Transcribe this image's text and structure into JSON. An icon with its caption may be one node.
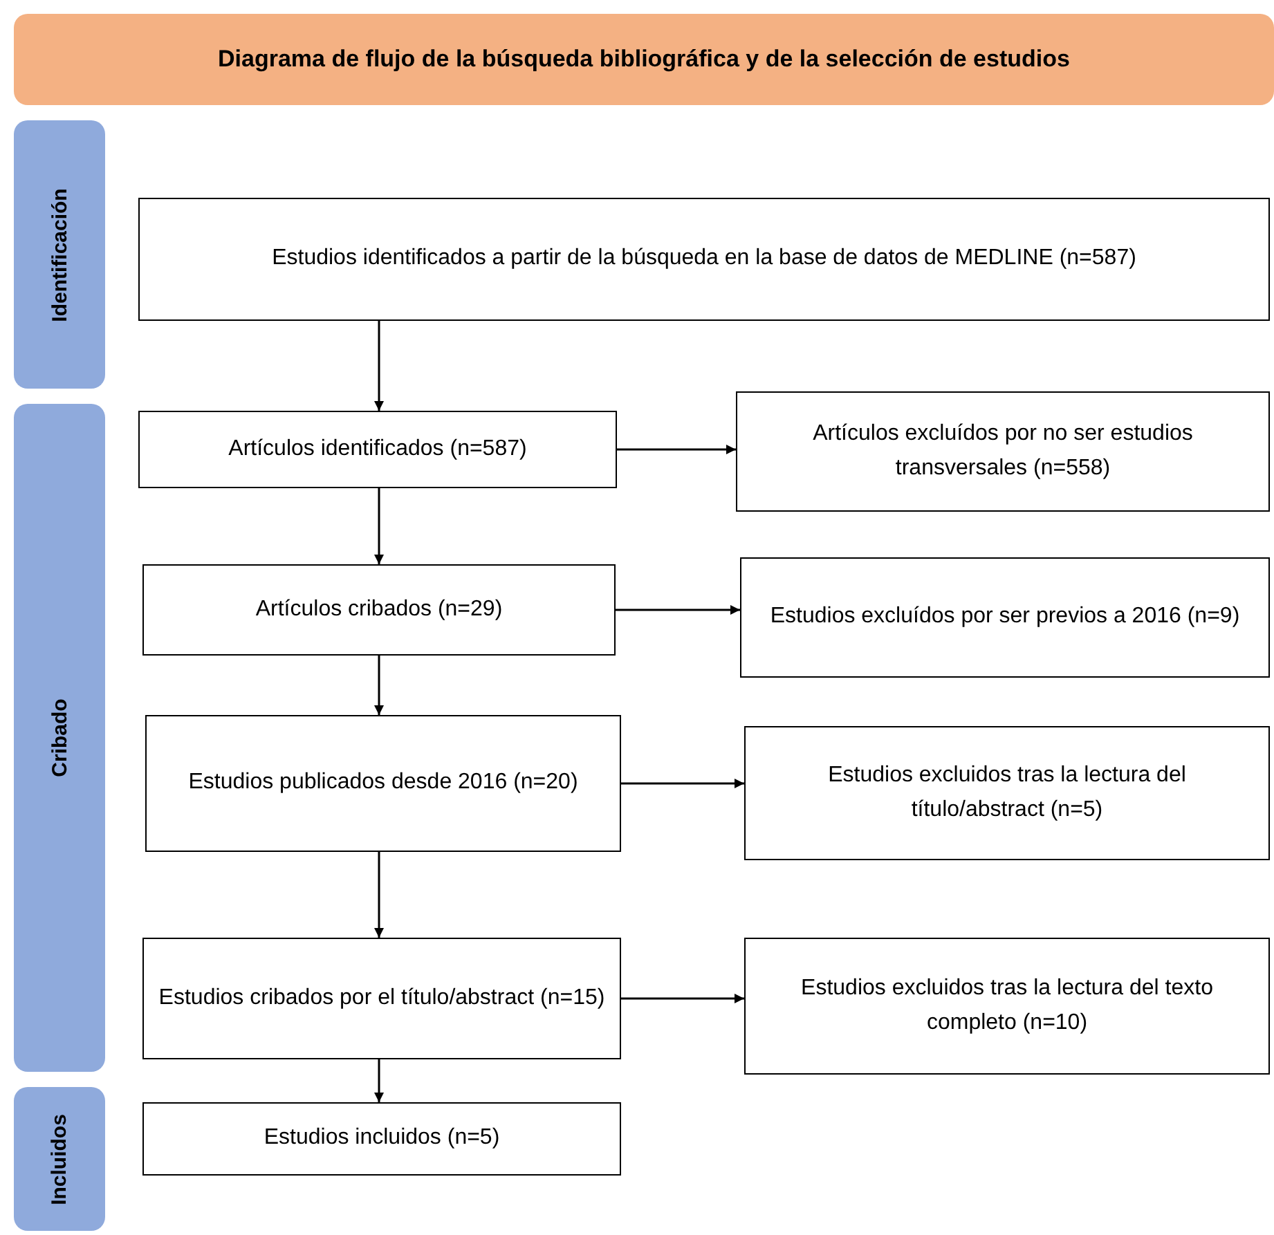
{
  "diagram": {
    "title": "Diagrama de flujo de la búsqueda bibliográfica y de la selección de estudios",
    "nodes": [
      {
        "text": [
          "Identificación"
        ]
      },
      {
        "text": [
          "Cribado"
        ]
      },
      {
        "text": [
          "Incluidos"
        ]
      },
      {
        "text": [
          "Estudios identificados a partir de la búsqueda en la base de datos de MEDLINE (n=587)"
        ]
      },
      {
        "text": [
          "Artículos identificados (n=587)"
        ]
      },
      {
        "text": [
          "Artículos excluídos por no ser estudios transversales (n=558)"
        ]
      },
      {
        "text": [
          "Artículos cribados (n=29)"
        ]
      },
      {
        "text": [
          "Estudios excluídos por ser previos a 2016 (n=9)"
        ]
      },
      {
        "text": [
          "Estudios publicados desde 2016 (n=20)"
        ]
      },
      {
        "text": [
          "Estudios excluidos tras la lectura del título/abstract (n=5)"
        ]
      },
      {
        "text": [
          "Estudios cribados por el título/abstract (n=15)"
        ]
      },
      {
        "text": [
          "Estudios excluidos tras la lectura del texto completo (n=10)"
        ]
      },
      {
        "text": [
          "Estudios incluidos (n=5)"
        ]
      }
    ],
    "edges": [
      {
        "from": 3,
        "to": 4,
        "arrow": "to"
      },
      {
        "from": 4,
        "to": 5,
        "arrow": "to"
      },
      {
        "from": 4,
        "to": 6,
        "arrow": "to"
      },
      {
        "from": 6,
        "to": 7,
        "arrow": "to"
      },
      {
        "from": 6,
        "to": 8,
        "arrow": "to"
      },
      {
        "from": 8,
        "to": 9,
        "arrow": "to"
      },
      {
        "from": 8,
        "to": 10,
        "arrow": "to"
      },
      {
        "from": 10,
        "to": 11,
        "arrow": "to"
      },
      {
        "from": 10,
        "to": 12,
        "arrow": "to"
      }
    ]
  }
}
